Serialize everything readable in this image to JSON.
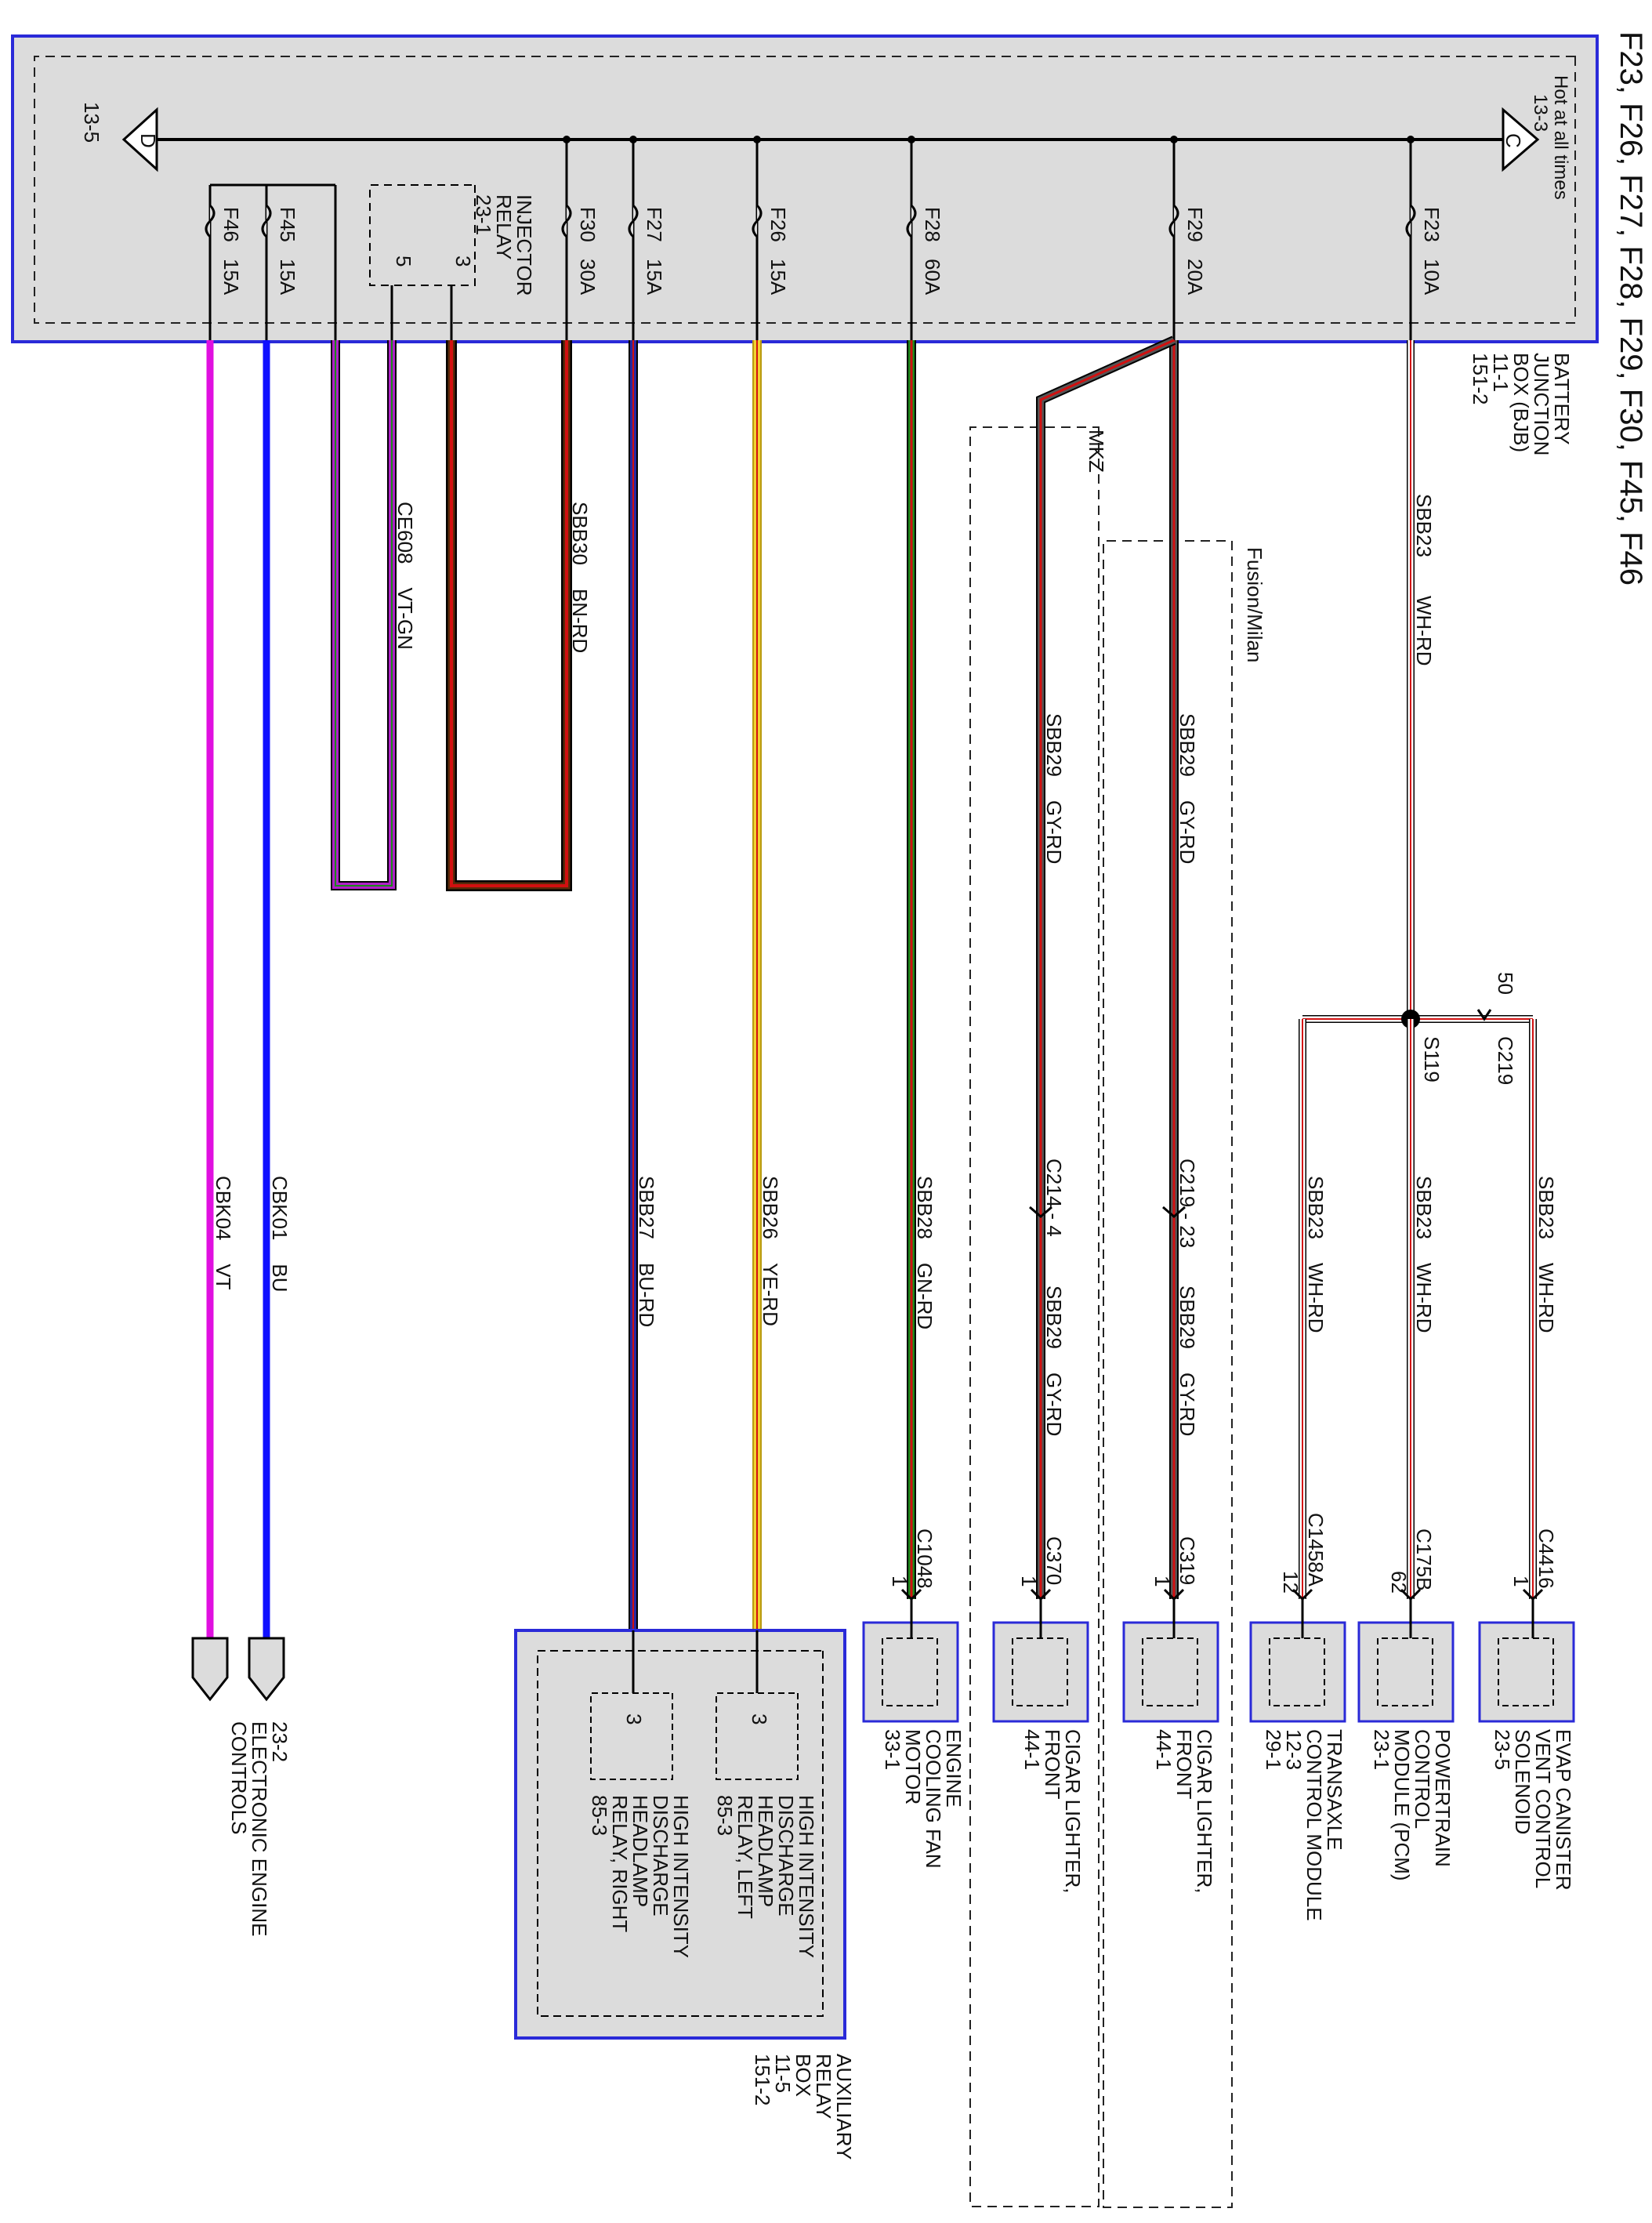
{
  "title": "F23, F26, F27, F28, F29, F30, F45, F46",
  "bjb": {
    "lines": [
      "BATTERY",
      "JUNCTION",
      "BOX (BJB)",
      "11-1",
      "151-2"
    ],
    "hot_note": [
      "Hot at all times",
      "13-3"
    ],
    "connector_c": "C",
    "connector_d": "D",
    "ref_d": "13-5",
    "injector_relay": [
      "INJECTOR",
      "RELAY",
      "23-1"
    ],
    "relay_pin_5": "5",
    "relay_pin_3": "3",
    "fuses": [
      {
        "id": "F46",
        "rating": "15A"
      },
      {
        "id": "F45",
        "rating": "15A"
      },
      {
        "id": "F30",
        "rating": "30A"
      },
      {
        "id": "F27",
        "rating": "15A"
      },
      {
        "id": "F26",
        "rating": "15A"
      },
      {
        "id": "F28",
        "rating": "60A"
      },
      {
        "id": "F29",
        "rating": "20A"
      },
      {
        "id": "F23",
        "rating": "10A"
      }
    ]
  },
  "circuits": [
    {
      "key": "sbb23_main",
      "circuit": "SBB23",
      "color_code": "WH-RD"
    },
    {
      "key": "sbb29_fusion",
      "circuit": "SBB29",
      "color_code": "GY-RD"
    },
    {
      "key": "sbb29_mkz",
      "circuit": "SBB29",
      "color_code": "GY-RD"
    },
    {
      "key": "sbb28",
      "circuit": "SBB28",
      "color_code": "GN-RD"
    },
    {
      "key": "sbb26",
      "circuit": "SBB26",
      "color_code": "YE-RD"
    },
    {
      "key": "sbb27",
      "circuit": "SBB27",
      "color_code": "BU-RD"
    },
    {
      "key": "sbb30",
      "circuit": "SBB30",
      "color_code": "BN-RD"
    },
    {
      "key": "ce608",
      "circuit": "CE608",
      "color_code": "VT-GN"
    },
    {
      "key": "cbk01",
      "circuit": "CBK01",
      "color_code": "BU"
    },
    {
      "key": "cbk04",
      "circuit": "CBK04",
      "color_code": "VT"
    },
    {
      "key": "sbb23_evap",
      "circuit": "SBB23",
      "color_code": "WH-RD"
    },
    {
      "key": "sbb23_pcm",
      "circuit": "SBB23",
      "color_code": "WH-RD"
    },
    {
      "key": "sbb23_tcm",
      "circuit": "SBB23",
      "color_code": "WH-RD"
    },
    {
      "key": "sbb29_fusion_low",
      "circuit": "SBB29",
      "color_code": "GY-RD"
    },
    {
      "key": "sbb29_mkz_low",
      "circuit": "SBB29",
      "color_code": "GY-RD"
    },
    {
      "key": "sbb28_low",
      "circuit": "SBB28",
      "color_code": "GN-RD"
    },
    {
      "key": "sbb26_low",
      "circuit": "SBB26",
      "color_code": "YE-RD"
    },
    {
      "key": "sbb27_low",
      "circuit": "SBB27",
      "color_code": "BU-RD"
    },
    {
      "key": "cbk01_low",
      "circuit": "CBK01",
      "color_code": "BU"
    },
    {
      "key": "cbk04_low",
      "circuit": "CBK04",
      "color_code": "VT"
    }
  ],
  "options": {
    "fusion": "Fusion/Milan",
    "mkz": "MKZ"
  },
  "splice": {
    "id": "S119",
    "connector": "C219",
    "pin": "50"
  },
  "inline_connectors": {
    "c219": "C219 - 23",
    "c214": "C214 - 4"
  },
  "connectors": [
    {
      "key": "evap",
      "id": "C4416",
      "pin": "1"
    },
    {
      "key": "pcm",
      "id": "C175B",
      "pin": "62"
    },
    {
      "key": "tcm",
      "id": "C1458A",
      "pin": "12"
    },
    {
      "key": "cig_f",
      "id": "C319",
      "pin": "1"
    },
    {
      "key": "cig_m",
      "id": "C370",
      "pin": "1"
    },
    {
      "key": "fan",
      "id": "C1048",
      "pin": "1"
    }
  ],
  "components": {
    "evap": [
      "EVAP CANISTER",
      "VENT CONTROL",
      "SOLENOID",
      "23-5"
    ],
    "pcm": [
      "POWERTRAIN",
      "CONTROL",
      "MODULE (PCM)",
      "23-1"
    ],
    "tcm": [
      "TRANSAXLE",
      "CONTROL MODULE",
      "12-3",
      "29-1"
    ],
    "cigar_fusion": [
      "CIGAR LIGHTER,",
      "FRONT",
      "44-1"
    ],
    "cigar_mkz": [
      "CIGAR LIGHTER,",
      "FRONT",
      "44-1"
    ],
    "fan": [
      "ENGINE",
      "COOLING FAN",
      "MOTOR",
      "33-1"
    ],
    "hid_left": [
      "HIGH INTENSITY",
      "DISCHARGE",
      "HEADLAMP",
      "RELAY, LEFT",
      "85-3"
    ],
    "hid_right": [
      "HIGH INTENSITY",
      "DISCHARGE",
      "HEADLAMP",
      "RELAY, RIGHT",
      "85-3"
    ],
    "hid_pin_left": "3",
    "hid_pin_right": "3",
    "aux_box": [
      "AUXILIARY",
      "RELAY",
      "BOX",
      "11-5",
      "151-2"
    ],
    "engine_controls": [
      "23-2",
      "ELECTRONIC ENGINE",
      "CONTROLS"
    ]
  },
  "colors": {
    "box_border": "#2a2ad8",
    "box_fill": "#dcdcdc",
    "wire_white": "#ffffff",
    "wire_red": "#d21010",
    "wire_gray": "#555555",
    "wire_green": "#1a8a1a",
    "wire_yellow": "#f2d230",
    "wire_blue_dark": "#2828a0",
    "wire_brown": "#5a2a0a",
    "wire_violet": "#b020c8",
    "wire_blue": "#1010ff",
    "wire_magenta": "#e010e0"
  }
}
